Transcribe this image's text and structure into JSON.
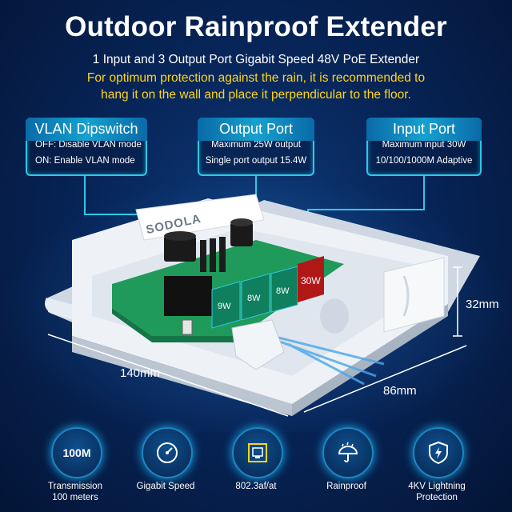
{
  "title": "Outdoor Rainproof Extender",
  "subtitle": "1 Input and 3 Output Port Gigabit Speed 48V PoE Extender",
  "notes": [
    "For optimum protection against the rain, it is recommended to",
    "hang it on the wall and place it perpendicular to the floor."
  ],
  "callouts": {
    "vlan": {
      "title": "VLAN Dipswitch",
      "lines": [
        "OFF: Disable VLAN mode",
        "ON: Enable VLAN mode"
      ]
    },
    "output": {
      "title": "Output Port",
      "lines": [
        "Maximum 25W output",
        "Single port output 15.4W"
      ]
    },
    "input": {
      "title": "Input Port",
      "lines": [
        "Maximum input 30W",
        "10/100/1000M Adaptive"
      ]
    }
  },
  "device": {
    "brand": "SODOLA",
    "port_labels": [
      "9W",
      "8W",
      "8W"
    ],
    "input_label": "30W"
  },
  "dimensions": {
    "length": "140mm",
    "width": "86mm",
    "height": "32mm"
  },
  "features": [
    {
      "icon": "100m-badge-icon",
      "badge": "100M",
      "label": "Transmission",
      "label2": "100 meters"
    },
    {
      "icon": "speedometer-icon",
      "label": "Gigabit Speed"
    },
    {
      "icon": "ethernet-port-icon",
      "label": "802.3af/at"
    },
    {
      "icon": "umbrella-rain-icon",
      "label": "Rainproof"
    },
    {
      "icon": "lightning-shield-icon",
      "label": "4KV Lightning",
      "label2": "Protection"
    }
  ],
  "colors": {
    "accent_cyan": "#2ec9e6",
    "note_yellow": "#ffd51a",
    "pcb_green": "#1f9a5a",
    "port_red": "#b01717"
  }
}
